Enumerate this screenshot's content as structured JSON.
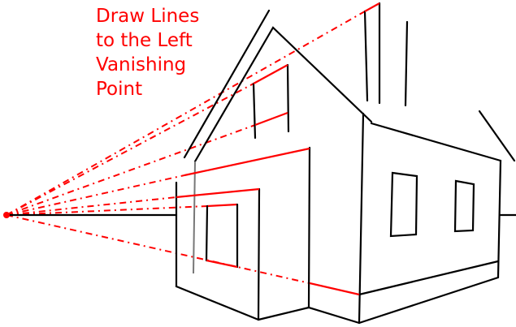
{
  "caption": {
    "lines": [
      "Draw Lines",
      "to the Left",
      "Vanishing",
      "Point"
    ]
  },
  "colors": {
    "guide": "#ff0000",
    "drawing": "#000000"
  }
}
